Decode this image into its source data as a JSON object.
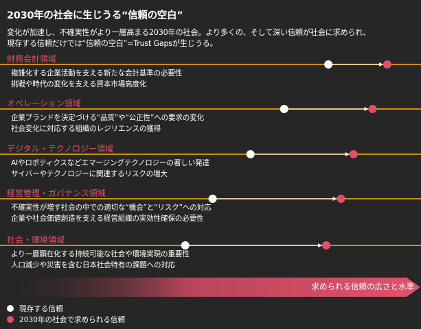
{
  "title": "2030年の社会に生じうる“信頼の空白”",
  "intro": {
    "line1": "変化が加速し、不確実性がより一層高まる2030年の社会。より多くの、そして深い信頼が社会に求められ、",
    "line2": "現存する信頼だけでは“信頼の空白”=Trust Gapsが生じうる。"
  },
  "colors": {
    "background": "#262626",
    "section_title": "#ea4f66",
    "divider": "#c98f14",
    "current_dot": "#ffffff",
    "required_dot": "#e0506a",
    "arrow": "#e2526a"
  },
  "sections": [
    {
      "title": "財務会計領域",
      "bullets": [
        "複雑化する企業活動を支える新たな会計基準の必要性",
        "挑戦や時代の変化を支える資本市場高度化"
      ],
      "current_trust": 0.78,
      "required_trust": 0.92
    },
    {
      "title": "オペレーション領域",
      "bullets": [
        "企業ブランドを決定づける“品質”や“公正性”への要求の変化",
        "社会変化に対応する組織のレジリエンスの獲得"
      ],
      "current_trust": 0.675,
      "required_trust": 0.885
    },
    {
      "title": "デジタル・テクノロジー領域",
      "bullets": [
        "AIやロボティクスなどエマージングテクノロジーの著しい発達",
        "サイバーやテクノロジーに関連するリスクの増大"
      ],
      "current_trust": 0.595,
      "required_trust": 0.84
    },
    {
      "title": "経営管理・ガバナンス領域",
      "bullets": [
        "不確実性が増す社会の中での適切な“機会”と“リスク”への対応",
        "企業や社会価値創造を支える経営組織の実効性確保の必要性"
      ],
      "current_trust": 0.505,
      "required_trust": 0.81
    },
    {
      "title": "社会・環境領域",
      "bullets": [
        "より一層顕在化する持続可能な社会や環境実現の重要性",
        "人口減少や災害を含む日本社会特有の課題への対応"
      ],
      "current_trust": 0.44,
      "required_trust": 0.775
    }
  ],
  "axis_label": "求められる信頼の広さと水準",
  "legend": {
    "current": "現存する信頼",
    "required": "2030年の社会で求められる信頼"
  }
}
